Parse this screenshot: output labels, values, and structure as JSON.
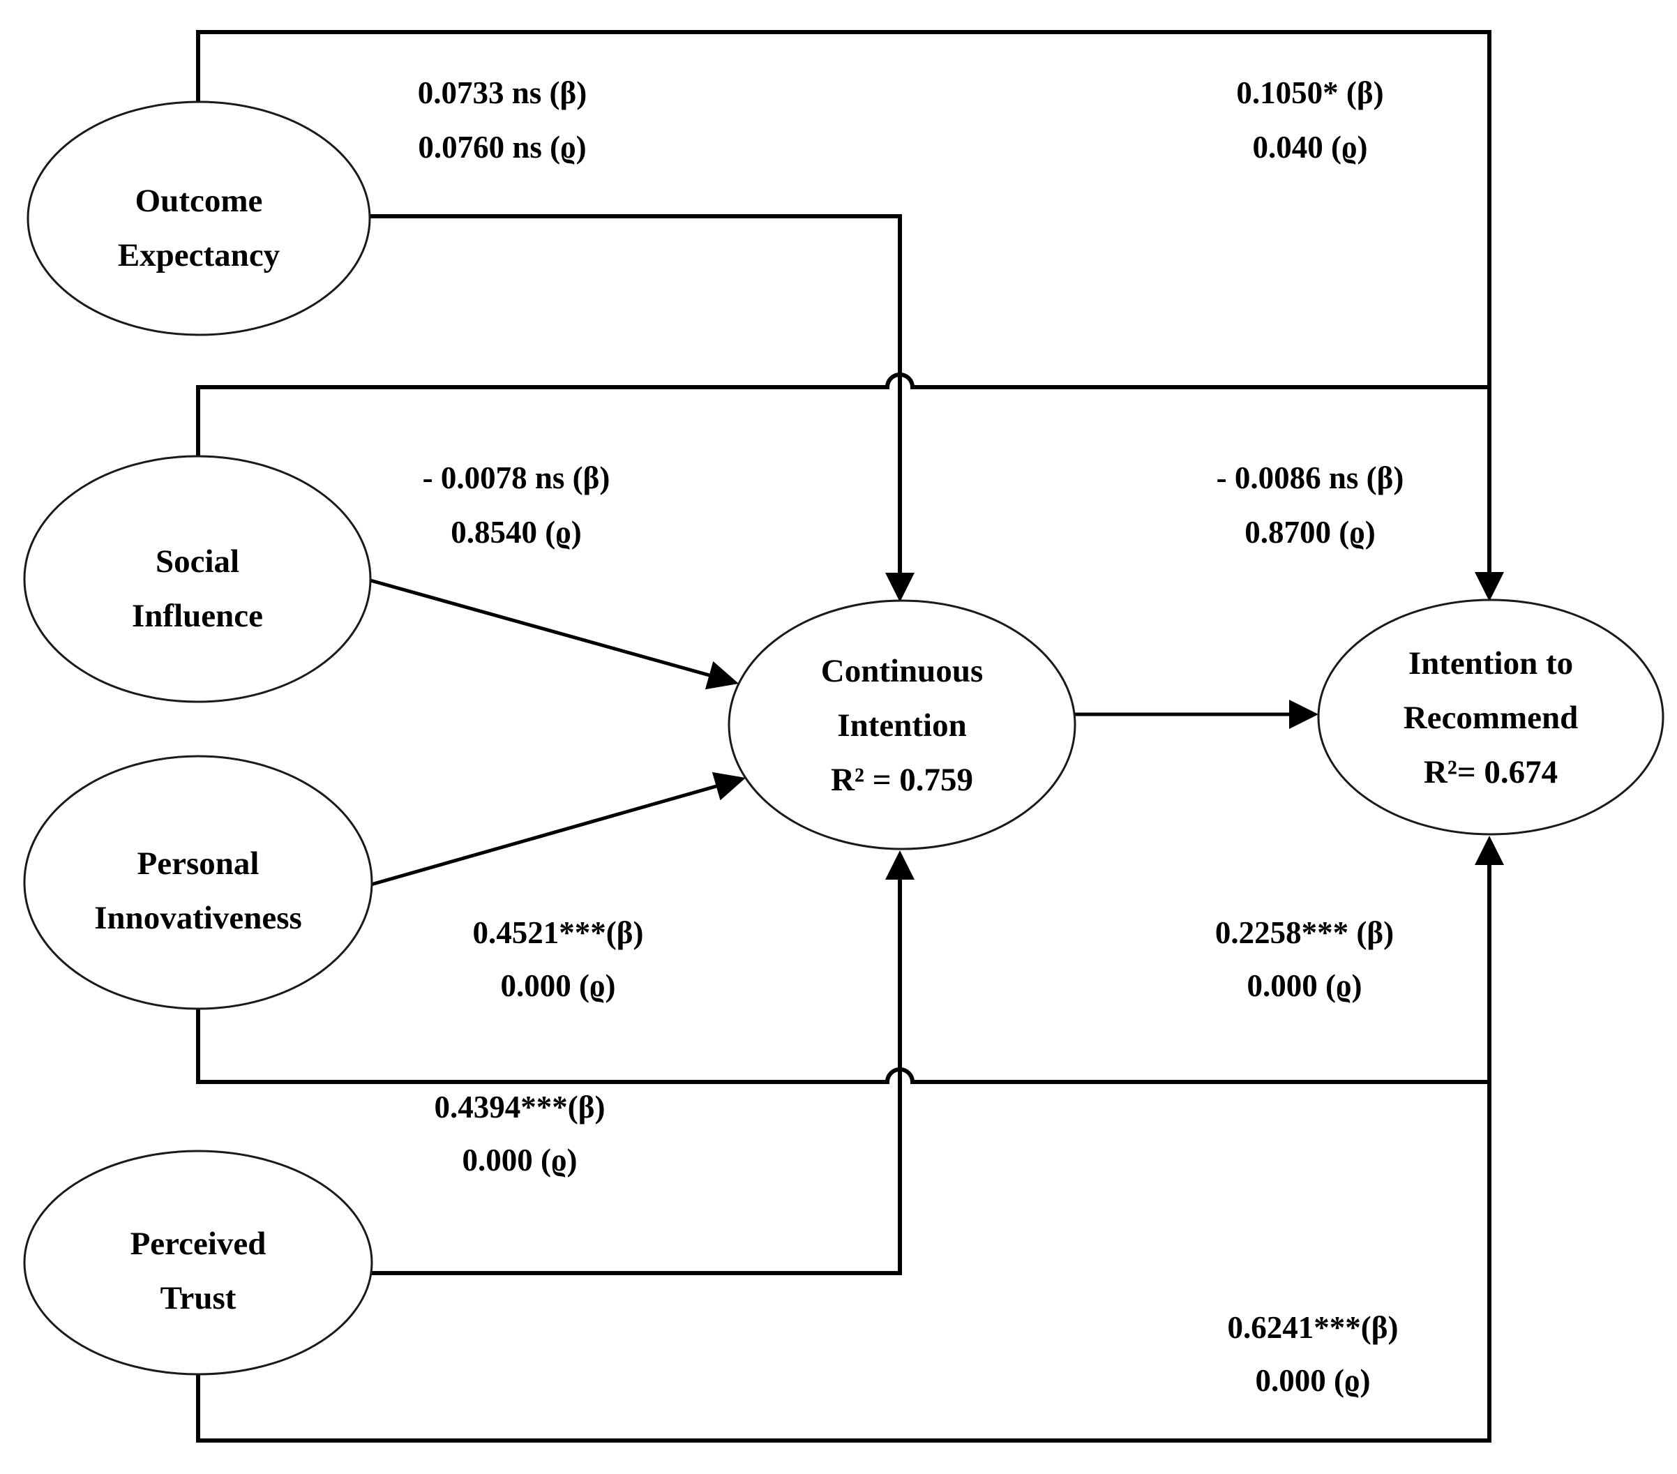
{
  "diagram": {
    "title": "structural-model-path-diagram",
    "colors": {
      "background": "#ffffff",
      "line": "#000000",
      "text": "#000000"
    },
    "nodes": {
      "outcome_expectancy": {
        "line1": "Outcome",
        "line2": "Expectancy"
      },
      "social_influence": {
        "line1": "Social",
        "line2": "Influence"
      },
      "personal_innovativeness": {
        "line1": "Personal",
        "line2": "Innovativeness"
      },
      "perceived_trust": {
        "line1": "Perceived",
        "line2": "Trust"
      },
      "continuous_intention": {
        "line1": "Continuous",
        "line2": "Intention",
        "line3": "R² = 0.759"
      },
      "intention_to_recommend": {
        "line1": "Intention to",
        "line2": "Recommend",
        "line3": "R²= 0.674"
      }
    },
    "paths": {
      "oe_ci": {
        "beta": "0.0733 ns (β)",
        "rho": "0.0760 ns (ϱ)"
      },
      "oe_ir": {
        "beta": "0.1050* (β)",
        "rho": "0.040 (ϱ)"
      },
      "si_ci": {
        "beta": "- 0.0078 ns (β)",
        "rho": "0.8540 (ϱ)"
      },
      "si_ir": {
        "beta": "- 0.0086 ns (β)",
        "rho": "0.8700 (ϱ)"
      },
      "pi_ci": {
        "beta": "0.4521***(β)",
        "rho": "0.000 (ϱ)"
      },
      "pi_ir": {
        "beta": "0.2258*** (β)",
        "rho": "0.000 (ϱ)"
      },
      "pt_ci": {
        "beta": "0.4394***(β)",
        "rho": "0.000 (ϱ)"
      },
      "pt_ir": {
        "beta": "0.6241***(β)",
        "rho": "0.000 (ϱ)"
      }
    }
  }
}
